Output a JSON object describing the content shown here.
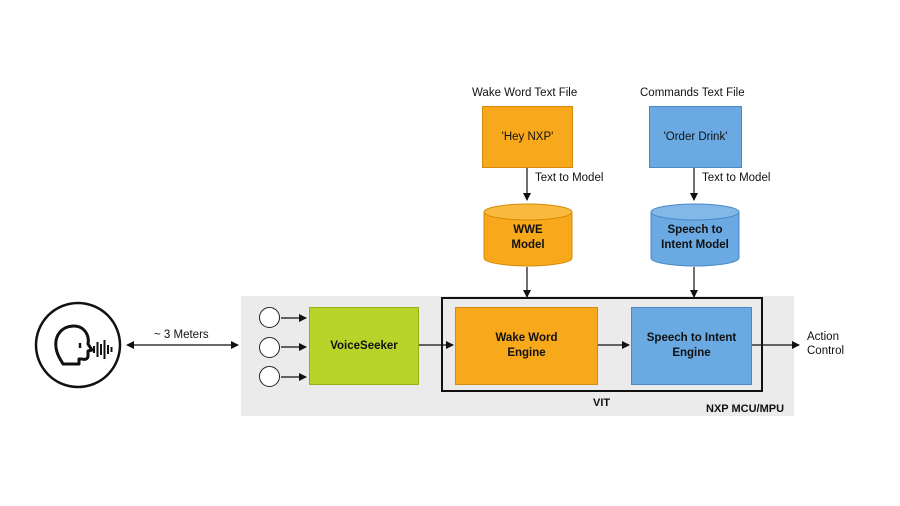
{
  "wake_word_file": {
    "title": "Wake Word Text File",
    "content": "'Hey NXP'"
  },
  "commands_file": {
    "title": "Commands Text File",
    "content": "'Order Drink'"
  },
  "text_to_model_left": "Text to Model",
  "text_to_model_right": "Text to Model",
  "wwe_model": "WWE\nModel",
  "intent_model": "Speech to\nIntent Model",
  "distance": "~ 3 Meters",
  "voiceseeker": "VoiceSeeker",
  "wake_word_engine": "Wake Word\nEngine",
  "speech_intent_engine": "Speech to Intent\nEngine",
  "action_control": "Action\nControl",
  "vit_label": "VIT",
  "platform_label": "NXP MCU/MPU",
  "icon": "person-speaking-icon",
  "colors": {
    "orange": "#f7a81b",
    "blue": "#6aa9e2",
    "green": "#b8d42a",
    "panel": "#ebebeb"
  }
}
